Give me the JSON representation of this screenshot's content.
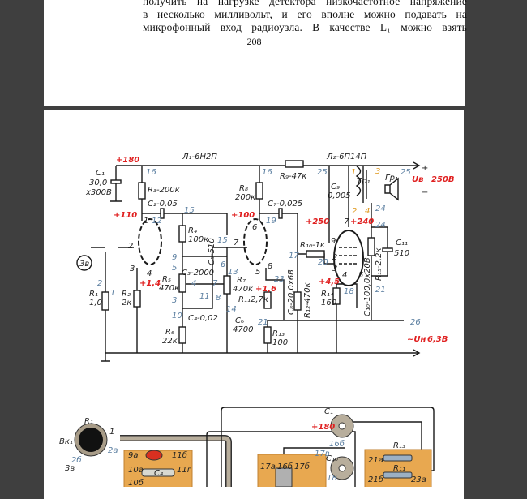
{
  "viewer": {
    "background": "#3f3f3f"
  },
  "page_top": {
    "lines": [
      "получить на нагрузке детектора низкочастотное напряжение",
      "в несколько милливольт, и его вполне можно подавать на",
      "микрофонный вход радиоузла. В качестве L₁ можно взять"
    ],
    "page_number": "208"
  },
  "schematic": {
    "colors": {
      "voltage": "#e02020",
      "pin": "#5a7ea0",
      "transformer_pin": "#e09a20"
    },
    "tubes": {
      "l1": "Л₁-6Н2П",
      "l2": "Л₂-6П14П"
    },
    "voltages": {
      "v180": "+180",
      "v110": "+110",
      "v1_4": "+1,4",
      "v100": "+100",
      "v1_6": "+1,6",
      "v250": "+250",
      "v240": "+240",
      "v4_5": "+4,5"
    },
    "components": {
      "c1": "C₁",
      "c1_val": "30,0",
      "c1_volt": "x300В",
      "r3": "R₃-200к",
      "c2": "C₂-0,05",
      "r4": "R₄",
      "r4_val": "100к",
      "c3": "C₃-2000",
      "c5": "C₅-510",
      "r5": "R₅",
      "r5_val": "470к",
      "c4": "C₄-0,02",
      "r6": "R₆",
      "r6_val": "22к",
      "r1": "R₁",
      "r1_val": "1,0",
      "r2": "R₂",
      "r2_val": "2к",
      "r7": "R₇",
      "r7_val": "470к",
      "c6": "C₆",
      "c6_val": "4700",
      "r8": "R₈",
      "r8_val": "200к",
      "r9": "R₉-47к",
      "c7": "C₇-0,025",
      "r11": "R₁₁2,7к",
      "r13": "R₁₃",
      "r13_val": "100",
      "c8": "C₈-20,0x6В",
      "r12": "R₁₂-470к",
      "r10": "R₁₀-1к",
      "c9": "C₉",
      "c9_val": "0,005",
      "tr1": "Тр₁",
      "gr1": "Гр₁",
      "r14": "R₁₄",
      "r14_val": "160",
      "c10": "C₁₀-100,0x20В",
      "r15": "R₁₅-2,2к",
      "c11": "C₁₁",
      "c11_val": "510",
      "input": "3в"
    },
    "outputs": {
      "plus": "+",
      "minus": "−",
      "ub": "Uв",
      "ub_val": "250В",
      "un": "~Uн",
      "un_val": "6,3В",
      "pin26": "26"
    },
    "pins": [
      "16",
      "12",
      "1",
      "2",
      "3",
      "4",
      "15",
      "9",
      "5",
      "4",
      "11",
      "3",
      "10",
      "15",
      "13",
      "6",
      "7",
      "8",
      "14",
      "7",
      "6",
      "5",
      "16",
      "19",
      "23",
      "21",
      "17",
      "20",
      "25",
      "1",
      "3",
      "2",
      "4",
      "24",
      "24",
      "7",
      "9",
      "2",
      "3",
      "4",
      "5",
      "18",
      "21",
      "25",
      "2",
      "1",
      "8"
    ]
  },
  "wiring": {
    "r1": "R₁",
    "vk1": "Вк₁",
    "p1": "1",
    "p2a": "2а",
    "p2b": "2б",
    "p3v": "3в",
    "b1": [
      "9а",
      "11б",
      "10а",
      "11г",
      "10б"
    ],
    "c4": "C₄",
    "c1": "C₁",
    "v180": "+180",
    "p16b": "16б",
    "c10": "C₁₀",
    "p18": "18",
    "b2": [
      "17а",
      "16б",
      "17б",
      "17в"
    ],
    "r13": "R₁₃",
    "r11": "R₁₁",
    "b3": [
      "21а",
      "21б",
      "23а"
    ]
  }
}
